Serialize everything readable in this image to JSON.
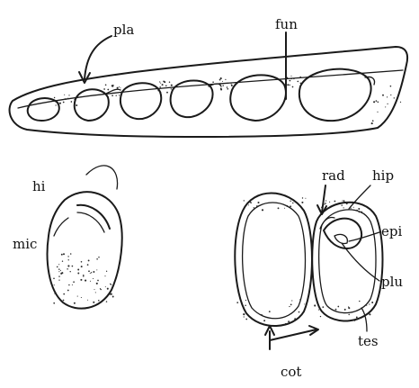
{
  "labels": {
    "pla": "pla",
    "fun": "fun",
    "hi": "hi",
    "mic": "mic",
    "rad": "rad",
    "hip": "hip",
    "epi": "epi",
    "plu": "plu",
    "tes": "tes",
    "cot": "cot"
  },
  "colors": {
    "ink": "#1a1a1a",
    "paper": "#ffffff"
  }
}
